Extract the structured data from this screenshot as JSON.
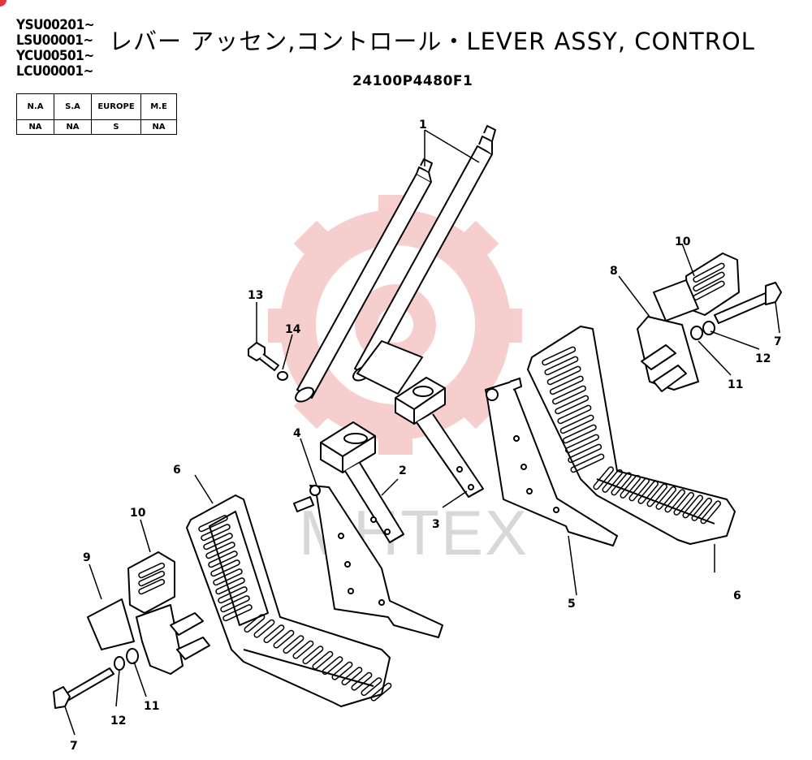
{
  "serials": [
    "YSU00201~",
    "LSU00001~",
    "YCU00501~",
    "LCU00001~"
  ],
  "title": "レバー アッセン,コントロール・LEVER ASSY, CONTROL",
  "part_number": "24100P4480F1",
  "markets": {
    "headers": [
      "N.A",
      "S.A",
      "EUROPE",
      "M.E"
    ],
    "values": [
      "NA",
      "NA",
      "S",
      "NA"
    ]
  },
  "watermark": "MHTEX",
  "callouts": [
    "1",
    "13",
    "14",
    "4",
    "2",
    "3",
    "10",
    "8",
    "7",
    "12",
    "11",
    "6",
    "5",
    "6",
    "10",
    "9",
    "12",
    "11",
    "7"
  ],
  "colors": {
    "watermark_red": "#f2a7a7",
    "corner_badge": "#e8353b"
  }
}
